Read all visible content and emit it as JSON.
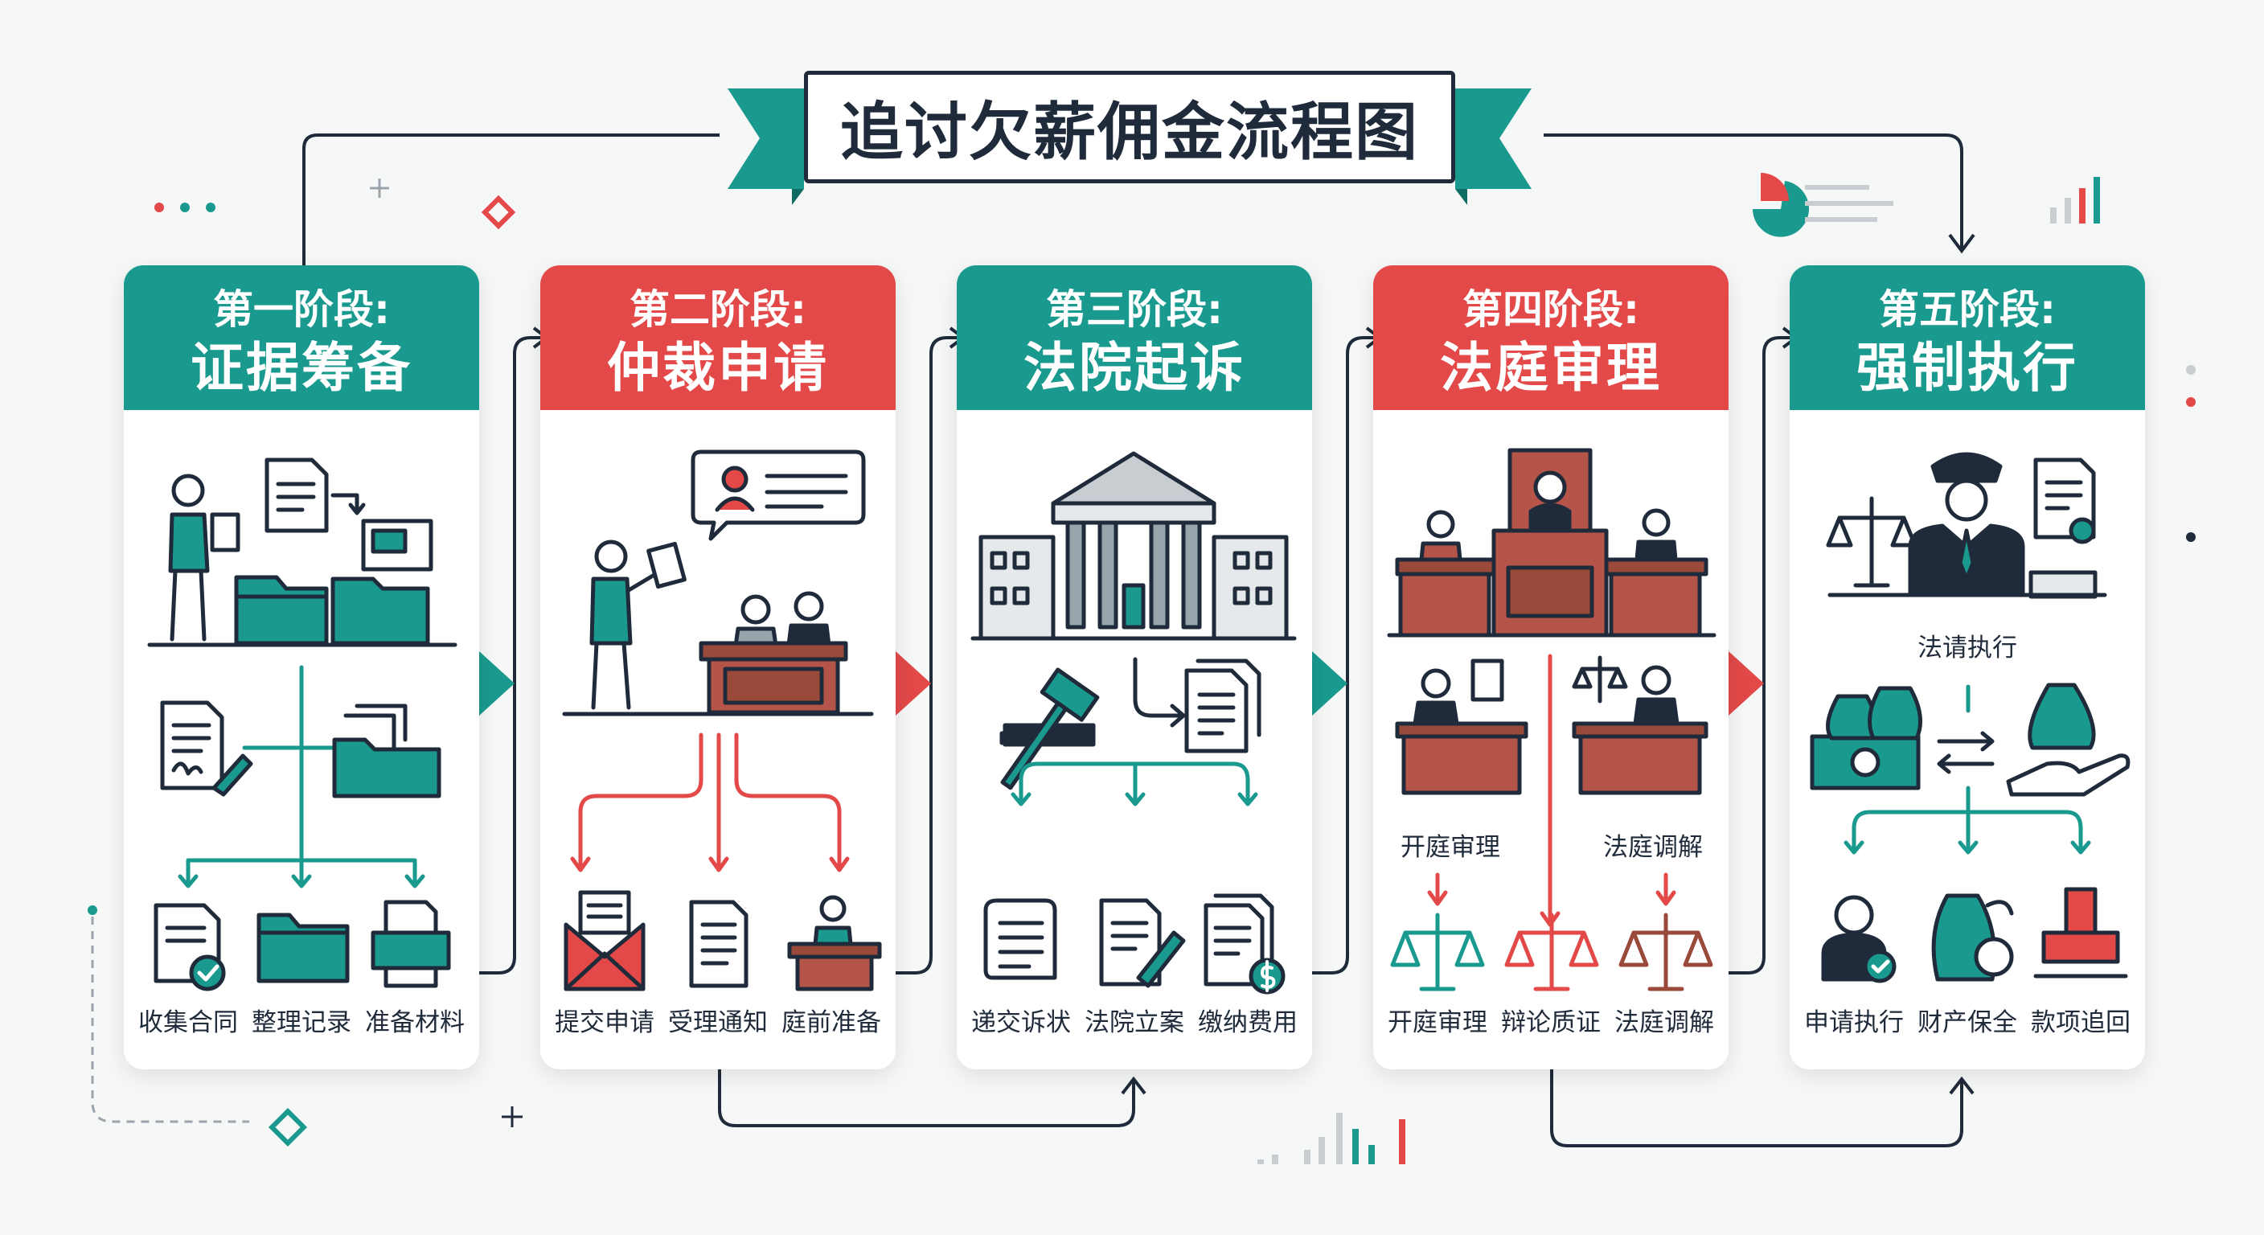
{
  "title": "追讨欠薪佣金流程图",
  "colors": {
    "teal": "#1a9a8e",
    "red": "#e24948",
    "navy": "#1f2b3a",
    "brown": "#9a4a3b"
  },
  "stages": [
    {
      "number": "第一阶段:",
      "name": "证据筹备",
      "theme": "teal",
      "steps": [
        "收集合同",
        "整理记录",
        "准备材料"
      ],
      "mid_labels": []
    },
    {
      "number": "第二阶段:",
      "name": "仲裁申请",
      "theme": "red",
      "steps": [
        "提交申请",
        "受理通知",
        "庭前准备"
      ],
      "mid_labels": []
    },
    {
      "number": "第三阶段:",
      "name": "法院起诉",
      "theme": "teal",
      "steps": [
        "递交诉状",
        "法院立案",
        "缴纳费用"
      ],
      "mid_labels": []
    },
    {
      "number": "第四阶段:",
      "name": "法庭审理",
      "theme": "red",
      "steps": [
        "开庭审理",
        "辩论质证",
        "法庭调解"
      ],
      "mid_labels": [
        "开庭审理",
        "法庭调解"
      ]
    },
    {
      "number": "第五阶段:",
      "name": "强制执行",
      "theme": "teal",
      "steps": [
        "申请执行",
        "财产保全",
        "款项追回"
      ],
      "mid_labels": [
        "法请执行"
      ]
    }
  ]
}
